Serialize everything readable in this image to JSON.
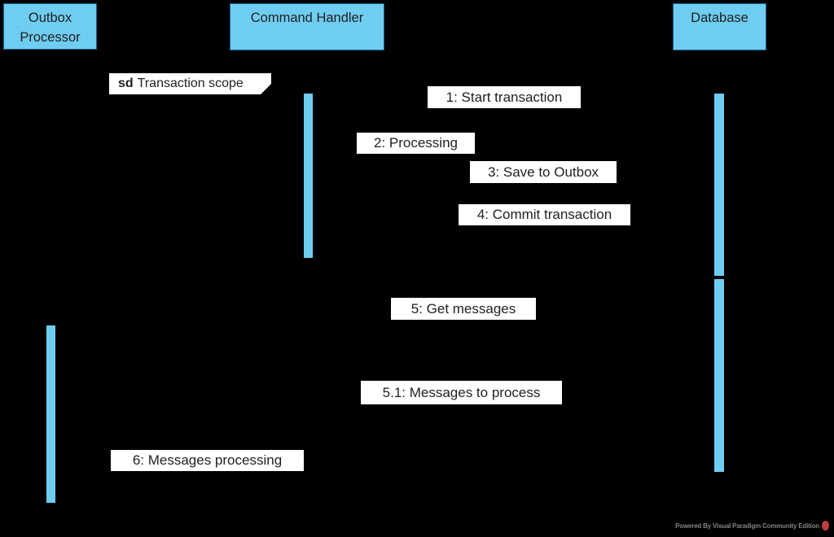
{
  "diagram_type": "uml-sequence-diagram",
  "colors": {
    "background": "#000000",
    "node_fill": "#70CDF2",
    "node_border": "#19618C",
    "label_bg": "#FFFFFF",
    "text": "#1F1F1F",
    "watermark_text": "#828282",
    "watermark_logo": "#C23B40"
  },
  "frame": {
    "keyword": "sd",
    "title": "Transaction scope"
  },
  "participants": [
    {
      "label": "Outbox Processor"
    },
    {
      "label": "Command Handler"
    },
    {
      "label": "Database"
    }
  ],
  "messages": [
    {
      "label": "1: Start transaction"
    },
    {
      "label": "2: Processing"
    },
    {
      "label": "3: Save to Outbox"
    },
    {
      "label": "4: Commit transaction"
    },
    {
      "label": "5: Get messages"
    },
    {
      "label": "5.1: Messages to process"
    },
    {
      "label": "6: Messages processing"
    }
  ],
  "watermark": {
    "text": "Powered By Visual Paradigm Community Edition"
  }
}
